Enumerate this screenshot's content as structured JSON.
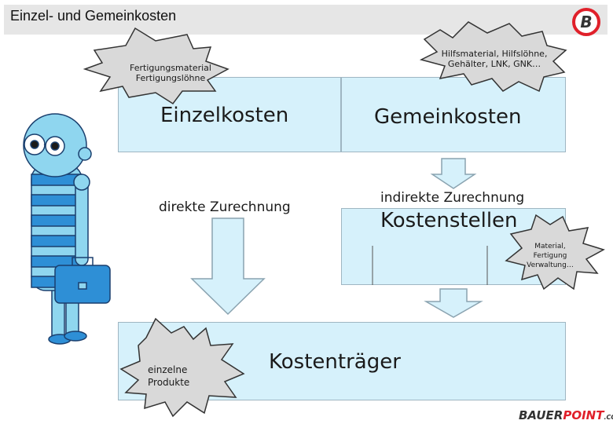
{
  "header": {
    "title": "Einzel- und Gemeinkosten",
    "logo_letter": "B"
  },
  "boxes": {
    "einzelkosten": "Einzelkosten",
    "gemeinkosten": "Gemeinkosten",
    "kostenstellen": "Kostenstellen",
    "kostentraeger": "Kostenträger"
  },
  "labels": {
    "direkte": "direkte Zurechnung",
    "indirekte": "indirekte Zurechnung"
  },
  "callouts": {
    "fertigung_line1": "Fertigungsmaterial",
    "fertigung_line2": "Fertigungslöhne",
    "hilfs_line1": "Hilfsmaterial, Hilfslöhne,",
    "hilfs_line2": "Gehälter, LNK, GNK…",
    "material_line1": "Material,",
    "material_line2": "Fertigung",
    "material_line3": "Verwaltung…",
    "einzelne_line1": "einzelne",
    "einzelne_line2": "Produkte"
  },
  "brand": {
    "part1": "BAUER",
    "part2": "POINT",
    "part3": ".COM"
  },
  "colors": {
    "box_fill": "#d6f1fb",
    "figure_blue": "#2e8fd6",
    "figure_light": "#8fd6ef",
    "logo_red": "#e0202a"
  }
}
